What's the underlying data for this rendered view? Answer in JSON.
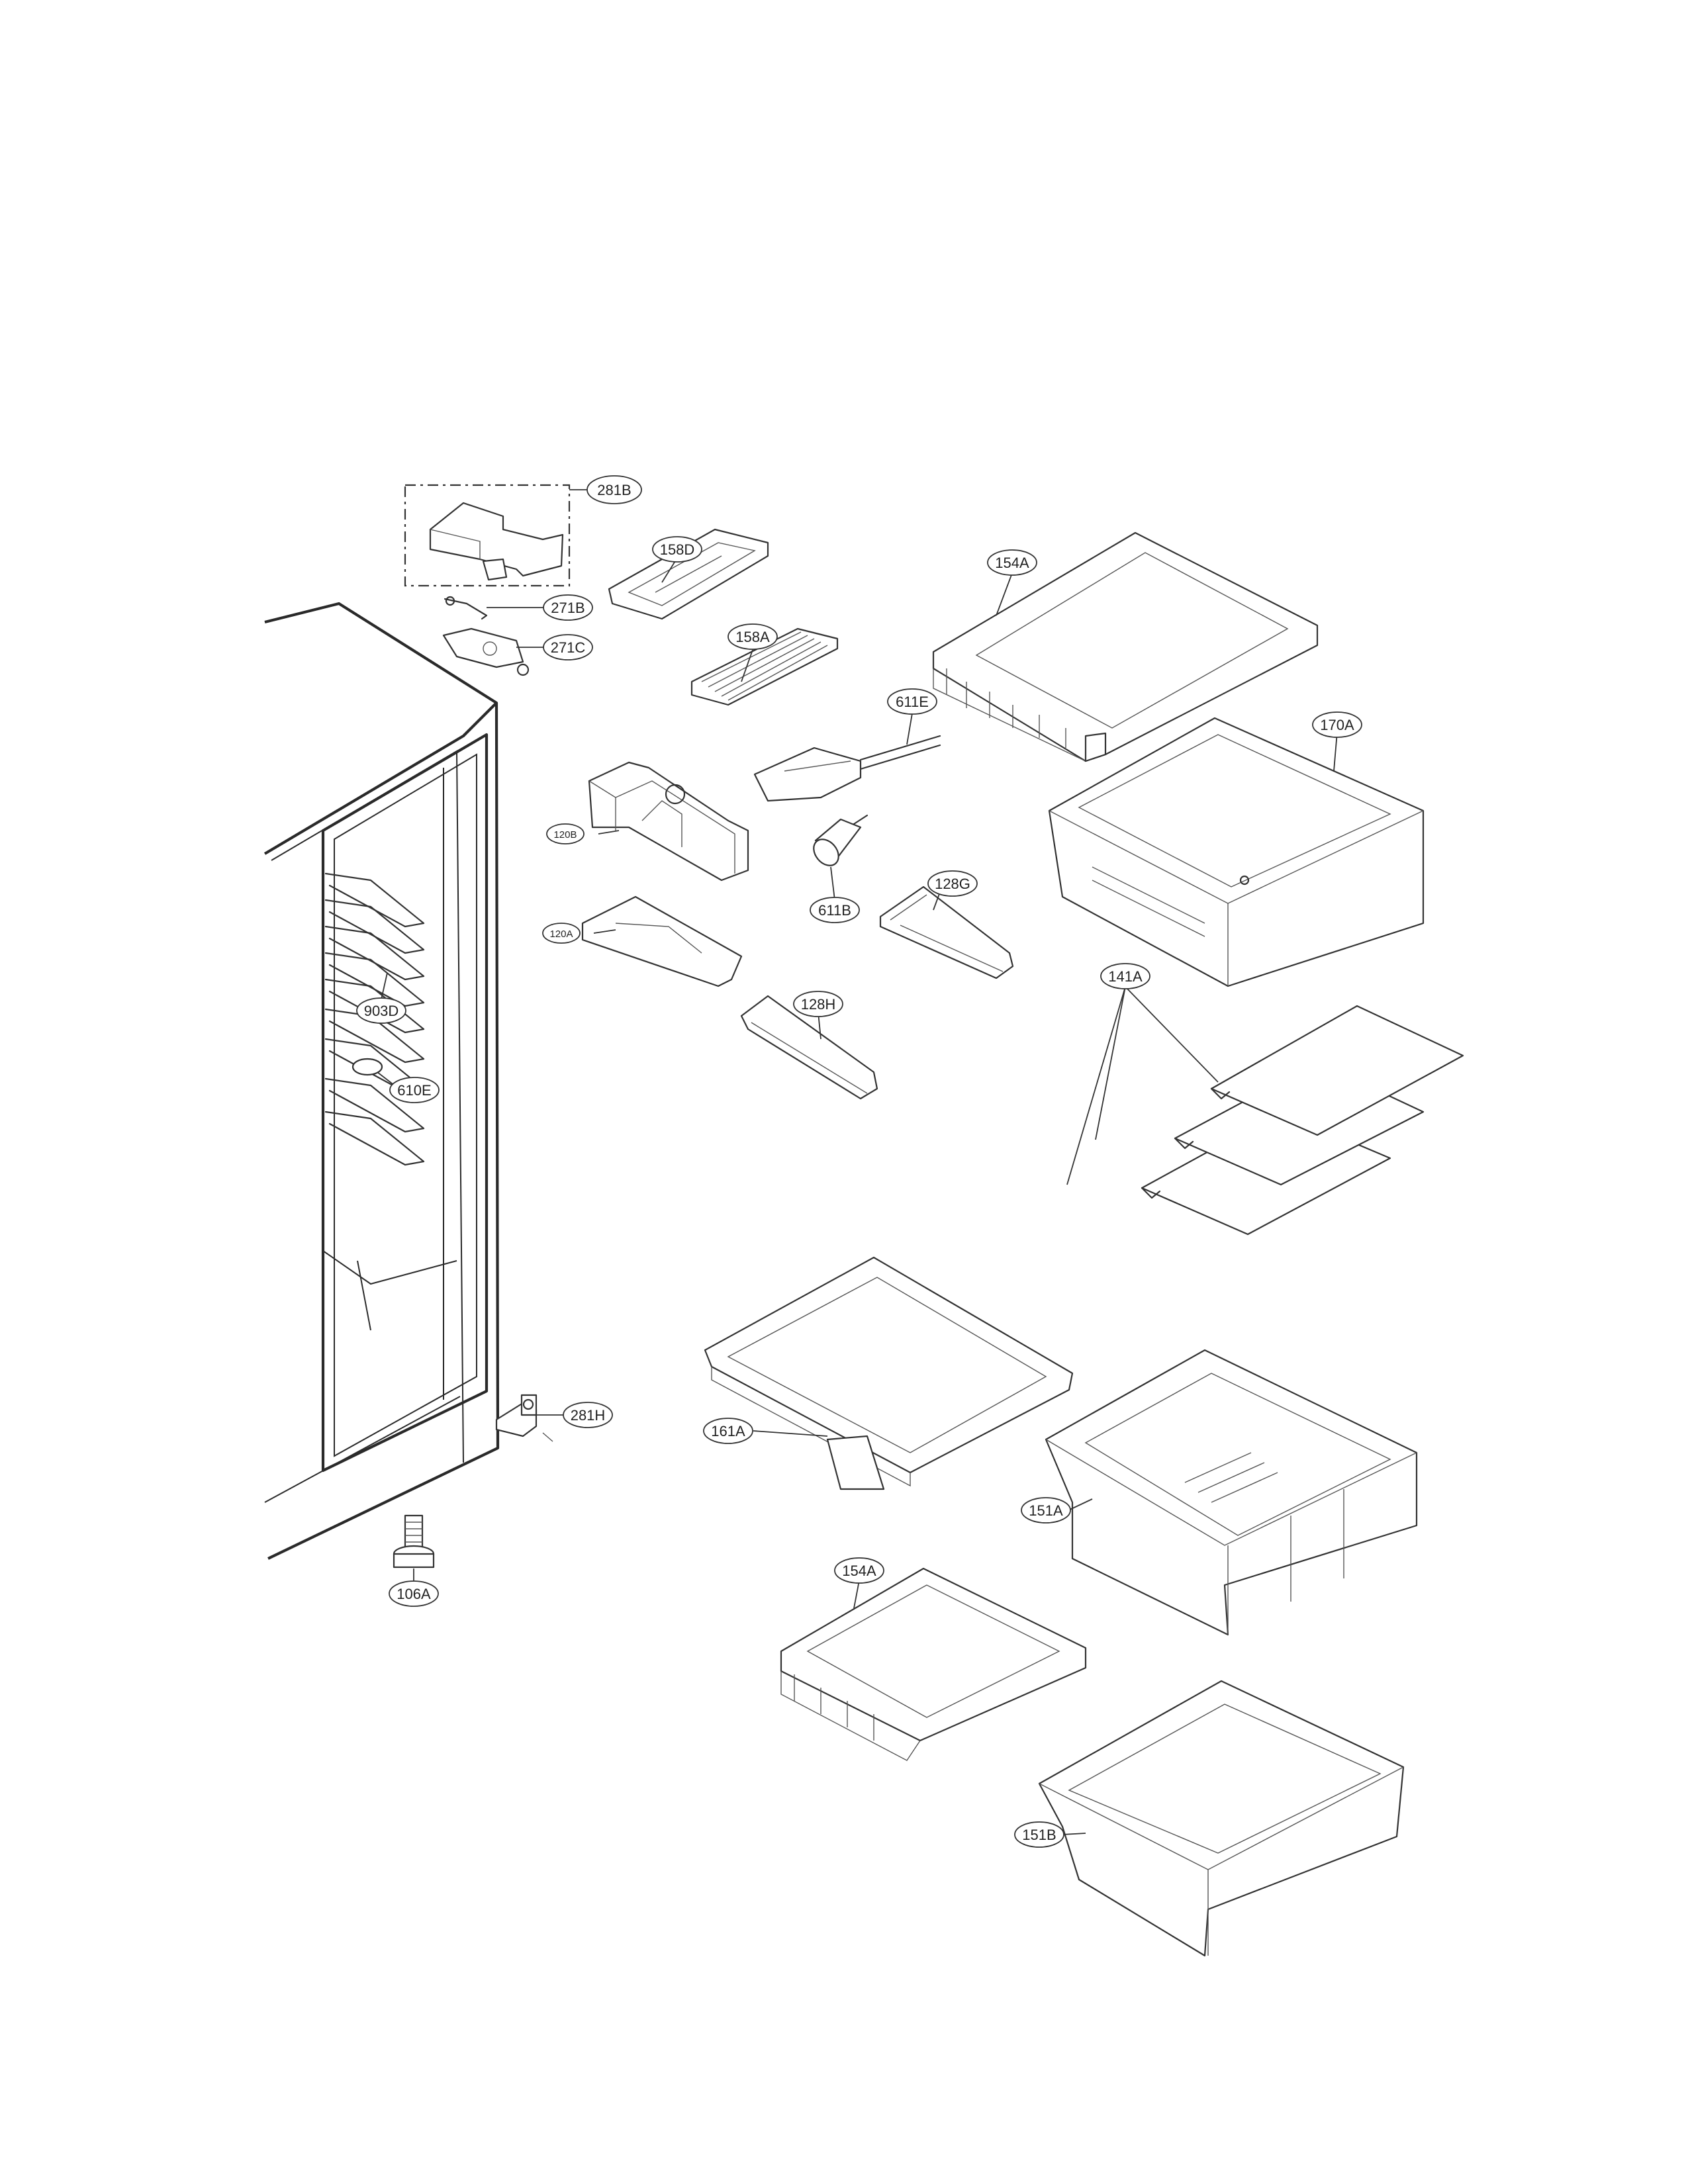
{
  "diagram": {
    "callouts": [
      {
        "id": "c-281B",
        "label": "281B"
      },
      {
        "id": "c-271B",
        "label": "271B"
      },
      {
        "id": "c-271C",
        "label": "271C"
      },
      {
        "id": "c-158D",
        "label": "158D"
      },
      {
        "id": "c-158A",
        "label": "158A"
      },
      {
        "id": "c-154A-top",
        "label": "154A"
      },
      {
        "id": "c-611E",
        "label": "611E"
      },
      {
        "id": "c-170A",
        "label": "170A"
      },
      {
        "id": "c-120B",
        "label": "120B"
      },
      {
        "id": "c-611B",
        "label": "611B"
      },
      {
        "id": "c-128G",
        "label": "128G"
      },
      {
        "id": "c-120A",
        "label": "120A"
      },
      {
        "id": "c-128H",
        "label": "128H"
      },
      {
        "id": "c-141A",
        "label": "141A"
      },
      {
        "id": "c-903D",
        "label": "903D"
      },
      {
        "id": "c-610E",
        "label": "610E"
      },
      {
        "id": "c-281H",
        "label": "281H"
      },
      {
        "id": "c-161A",
        "label": "161A"
      },
      {
        "id": "c-151A",
        "label": "151A"
      },
      {
        "id": "c-106A",
        "label": "106A"
      },
      {
        "id": "c-154A-bottom",
        "label": "154A"
      },
      {
        "id": "c-151B",
        "label": "151B"
      }
    ]
  }
}
